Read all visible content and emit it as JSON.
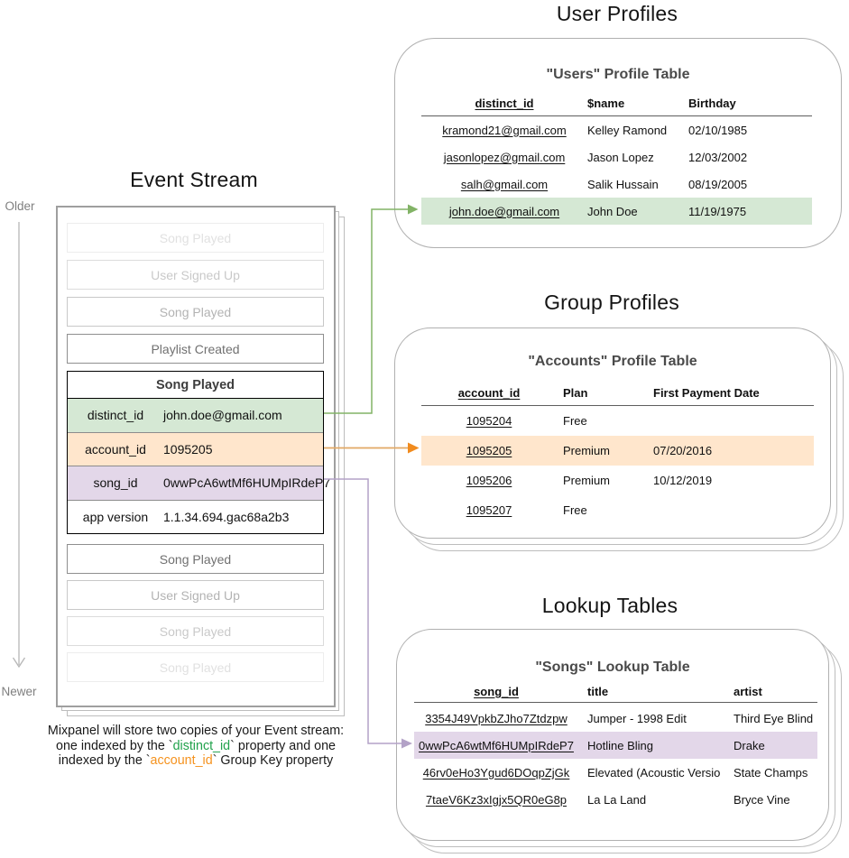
{
  "event_stream": {
    "title": "Event Stream",
    "older_label": "Older",
    "newer_label": "Newer",
    "events_before": [
      "Song Played",
      "User Signed Up",
      "Song Played",
      "Playlist Created"
    ],
    "expanded_event": {
      "name": "Song Played",
      "properties": [
        {
          "key": "distinct_id",
          "value": "john.doe@gmail.com"
        },
        {
          "key": "account_id",
          "value": "1095205"
        },
        {
          "key": "song_id",
          "value": "0wwPcA6wtMf6HUMpIRdeP7"
        },
        {
          "key": "app version",
          "value": "1.1.34.694.gac68a2b3"
        }
      ]
    },
    "events_after": [
      "Song Played",
      "User Signed Up",
      "Song Played",
      "Song Played"
    ]
  },
  "user_profiles": {
    "section_title": "User Profiles",
    "table_title": "\"Users\" Profile Table",
    "columns": [
      "distinct_id",
      "$name",
      "Birthday"
    ],
    "rows": [
      [
        "kramond21@gmail.com",
        "Kelley Ramond",
        "02/10/1985"
      ],
      [
        "jasonlopez@gmail.com",
        "Jason Lopez",
        "12/03/2002"
      ],
      [
        "salh@gmail.com",
        "Salik Hussain",
        "08/19/2005"
      ],
      [
        "john.doe@gmail.com",
        "John Doe",
        "11/19/1975"
      ]
    ],
    "highlighted_row_index": 3
  },
  "group_profiles": {
    "section_title": "Group Profiles",
    "table_title": "\"Accounts\" Profile Table",
    "columns": [
      "account_id",
      "Plan",
      "First Payment Date"
    ],
    "rows": [
      [
        "1095204",
        "Free",
        ""
      ],
      [
        "1095205",
        "Premium",
        "07/20/2016"
      ],
      [
        "1095206",
        "Premium",
        "10/12/2019"
      ],
      [
        "1095207",
        "Free",
        ""
      ]
    ],
    "highlighted_row_index": 1
  },
  "lookup_tables": {
    "section_title": "Lookup Tables",
    "table_title": "\"Songs\" Lookup Table",
    "columns": [
      "song_id",
      "title",
      "artist"
    ],
    "rows": [
      [
        "3354J49VpkbZJho7Ztdzpw",
        "Jumper - 1998 Edit",
        "Third Eye Blind"
      ],
      [
        "0wwPcA6wtMf6HUMpIRdeP7",
        "Hotline Bling",
        "Drake"
      ],
      [
        "46rv0eHo3Ygud6DOqpZjGk",
        "Elevated (Acoustic Version)",
        "State Champs"
      ],
      [
        "7taeV6Kz3xIgjx5QR0eG8p",
        "La La Land",
        "Bryce Vine"
      ]
    ],
    "highlighted_row_index": 1
  },
  "caption": {
    "line1": "Mixpanel will store two copies of your Event stream:",
    "line2_pre": "one indexed by the `",
    "line2_key": "distinct_id",
    "line2_post": "` property and one",
    "line3_pre": "indexed by the `",
    "line3_key": "account_id",
    "line3_post": "` Group Key property"
  },
  "colors": {
    "green_highlight": "#d5e8d4",
    "orange_highlight": "#ffe6cc",
    "purple_highlight": "#e3d7e9",
    "green_line": "#82b366",
    "orange_line": "#e2a964",
    "orange_arrow": "#f18b1e",
    "purple_line": "#b3a2c7",
    "green_text": "#21a24c",
    "orange_text": "#f5921e"
  }
}
